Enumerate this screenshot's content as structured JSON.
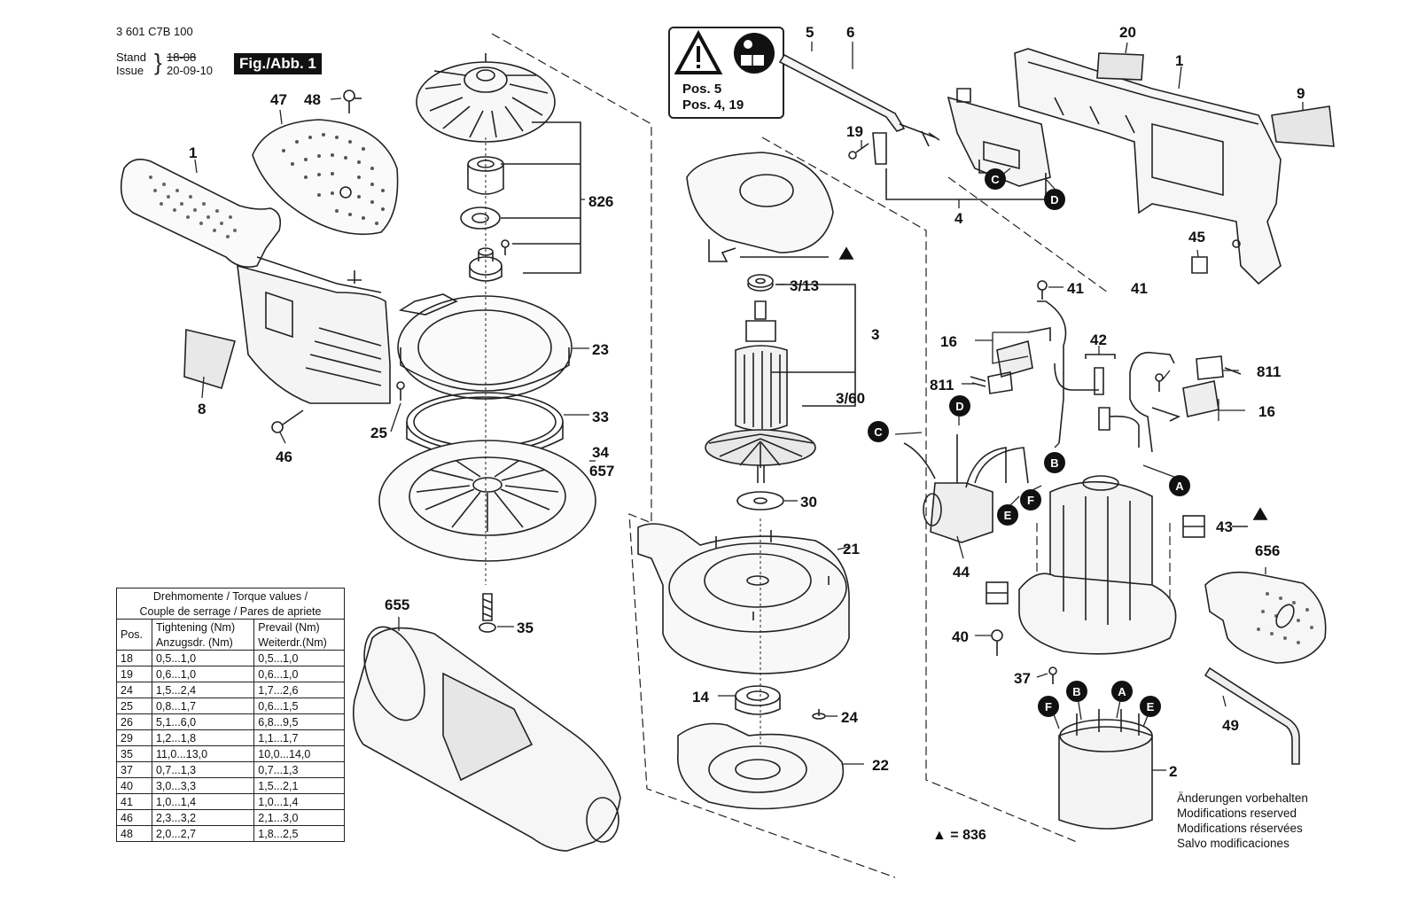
{
  "header": {
    "doc_number": "3 601 C7B 100",
    "stand_label": "Stand",
    "issue_label": "Issue",
    "stand_value": "18-08",
    "issue_value": "20-09-10",
    "figure_label": "Fig./Abb. 1"
  },
  "warning_box": {
    "line1": "Pos. 5",
    "line2": "Pos. 4, 19"
  },
  "part_labels": [
    "1",
    "47",
    "48",
    "8",
    "46",
    "826",
    "23",
    "33",
    "25",
    "34",
    "657",
    "35",
    "655",
    "5",
    "6",
    "19",
    "4",
    "3/13",
    "3",
    "3/60",
    "30",
    "21",
    "14",
    "24",
    "22",
    "20",
    "9",
    "45",
    "41",
    "42",
    "16",
    "811",
    "43",
    "44",
    "656",
    "40",
    "37",
    "49",
    "2"
  ],
  "connector_letters": [
    "A",
    "B",
    "C",
    "D",
    "E",
    "F"
  ],
  "legend_triangle_text": "= 836",
  "torque_table": {
    "title1": "Drehmomente / Torque values /",
    "title2": "Couple de serrage / Pares de apriete",
    "col_pos": "Pos.",
    "col_tight1": "Tightening (Nm)",
    "col_tight2": "Anzugsdr. (Nm)",
    "col_prev1": "Prevail (Nm)",
    "col_prev2": "Weiterdr.(Nm)",
    "rows": [
      [
        "18",
        "0,5...1,0",
        "0,5...1,0"
      ],
      [
        "19",
        "0,6...1,0",
        "0,6...1,0"
      ],
      [
        "24",
        "1,5...2,4",
        "1,7...2,6"
      ],
      [
        "25",
        "0,8...1,7",
        "0,6...1,5"
      ],
      [
        "26",
        "5,1...6,0",
        "6,8...9,5"
      ],
      [
        "29",
        "1,2...1,8",
        "1,1...1,7"
      ],
      [
        "35",
        "11,0...13,0",
        "10,0...14,0"
      ],
      [
        "37",
        "0,7...1,3",
        "0,7...1,3"
      ],
      [
        "40",
        "3,0...3,3",
        "1,5...2,1"
      ],
      [
        "41",
        "1,0...1,4",
        "1,0...1,4"
      ],
      [
        "46",
        "2,3...3,2",
        "2,1...3,0"
      ],
      [
        "48",
        "2,0...2,7",
        "1,8...2,5"
      ]
    ]
  },
  "modifications": [
    "Änderungen vorbehalten",
    "Modifications reserved",
    "Modifications réservées",
    "Salvo modificaciones"
  ]
}
